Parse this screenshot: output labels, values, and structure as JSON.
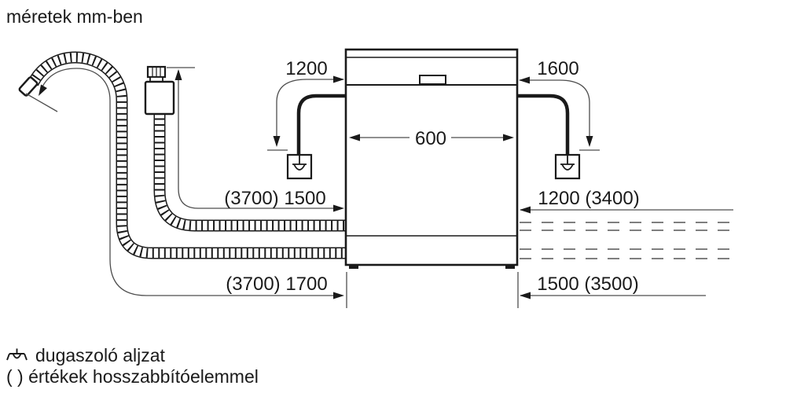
{
  "title": "méretek mm-ben",
  "colors": {
    "line": "#1a1a1a",
    "dimension_line": "#4d4d4d",
    "background": "#ffffff"
  },
  "dimensions": {
    "cable_left": "1200",
    "cable_right": "1600",
    "appliance_width": "600",
    "supply_hose": "(3700) 1500",
    "right_mid": "1200 (3400)",
    "drain_hose": "(3700) 1700",
    "right_bottom": "1500 (3500)"
  },
  "legend": {
    "socket_label": "dugaszoló aljzat",
    "note": "( ) értékek hosszabbítóelemmel"
  }
}
